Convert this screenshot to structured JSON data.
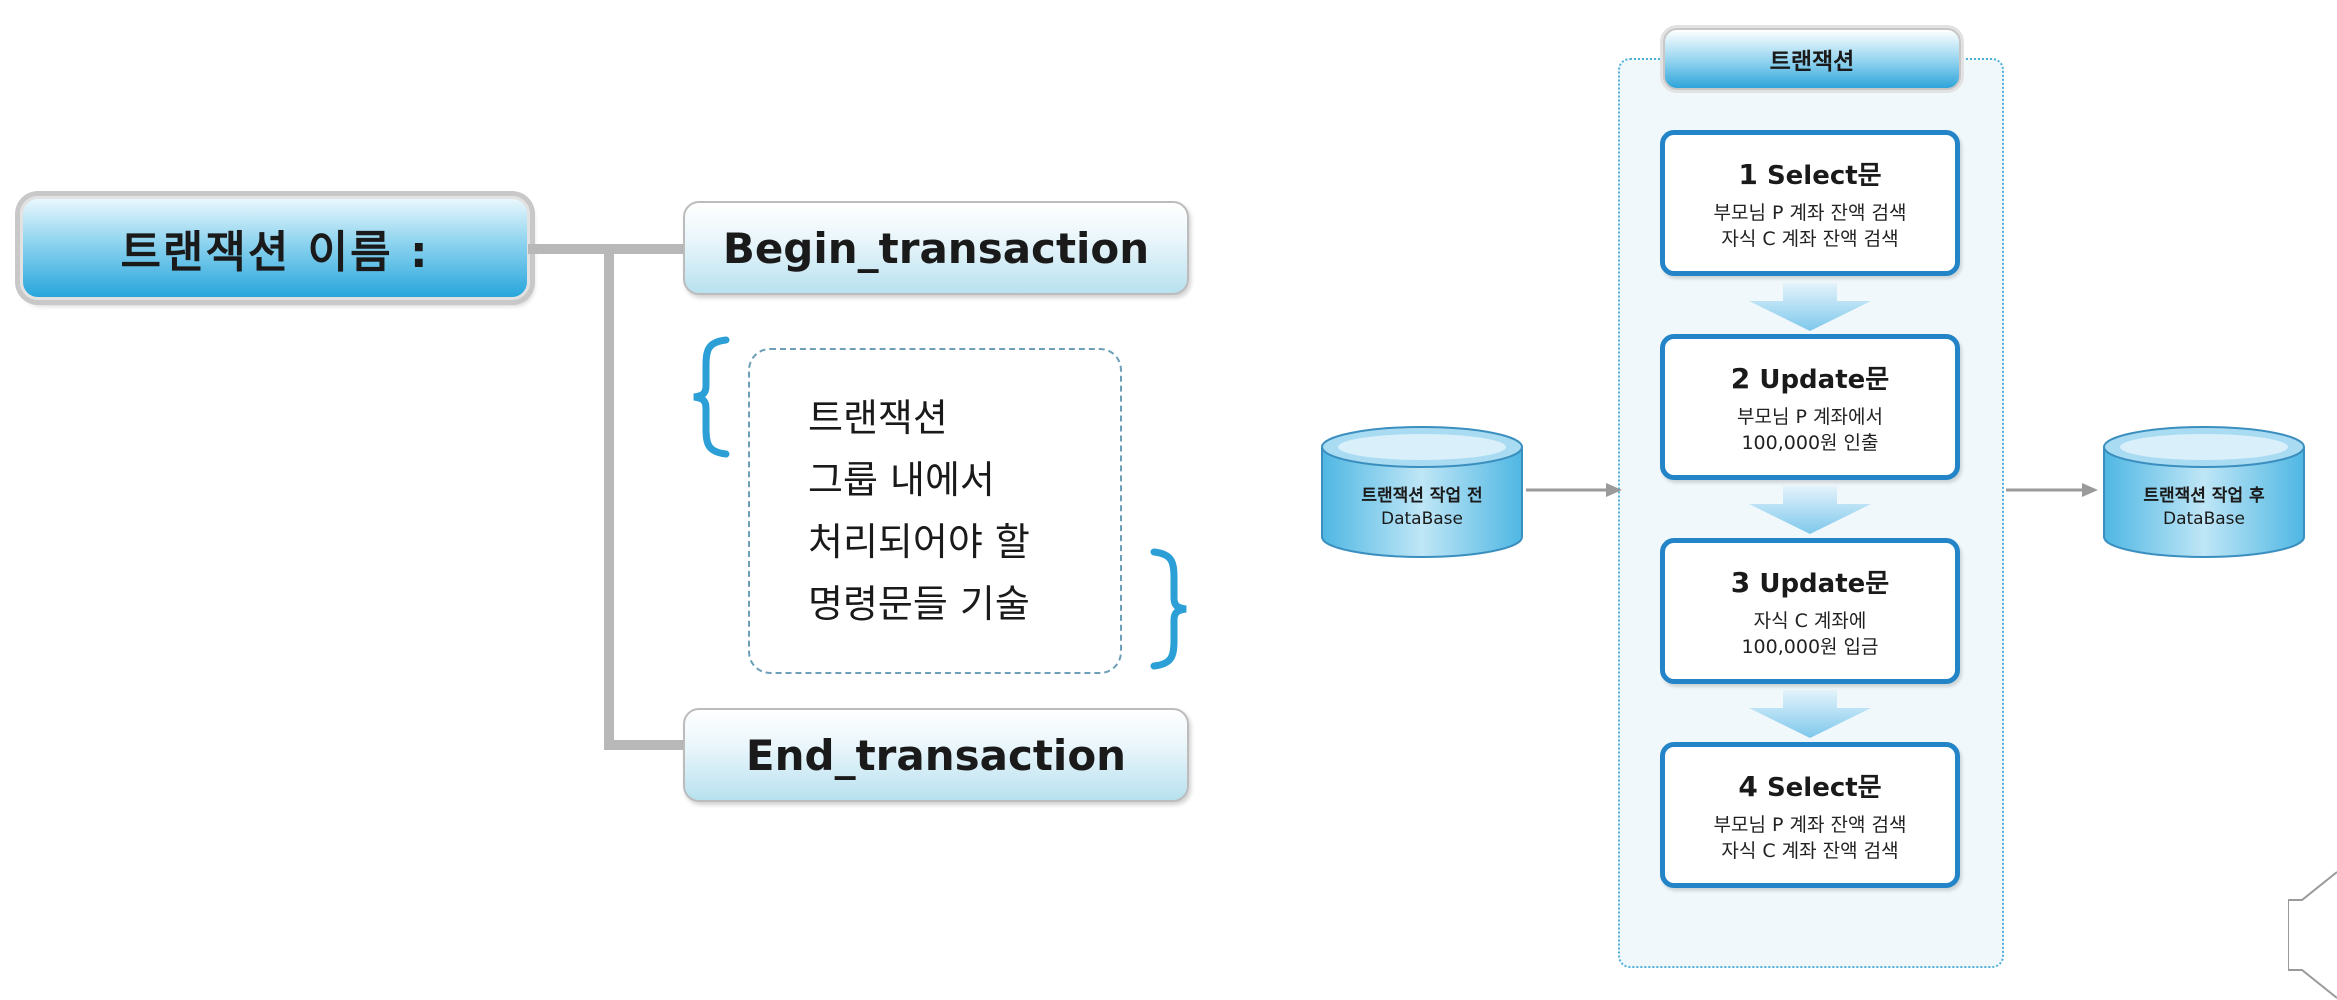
{
  "left_diagram": {
    "name_label": "트랜잭션 이름 :",
    "begin_label": "Begin_transaction",
    "end_label": "End_transaction",
    "commands_lines": [
      "트랜잭션",
      "그룹 내에서",
      "처리되어야 할",
      "명령문들 기술"
    ]
  },
  "right_diagram": {
    "title": "트랜잭션",
    "db_before": {
      "line1": "트랜잭션 작업 전",
      "line2": "DataBase"
    },
    "db_after": {
      "line1": "트랜잭션 작업 후",
      "line2": "DataBase"
    },
    "steps": [
      {
        "num": "1",
        "title": "Select문",
        "line1": "부모님 P 계좌 잔액 검색",
        "line2": "자식 C 계좌 잔액 검색"
      },
      {
        "num": "2",
        "title": "Update문",
        "line1": "부모님 P 계좌에서",
        "line2": "100,000원 인출"
      },
      {
        "num": "3",
        "title": "Update문",
        "line1": "자식 C 계좌에",
        "line2": "100,000원 입금"
      },
      {
        "num": "4",
        "title": "Select문",
        "line1": "부모님 P 계좌 잔액 검색",
        "line2": "자식 C 계좌 잔액 검색"
      }
    ]
  },
  "colors": {
    "accent_blue": "#2385c8",
    "cyan_gradient": "#27a6dc",
    "connector_gray": "#b8b8b8"
  }
}
